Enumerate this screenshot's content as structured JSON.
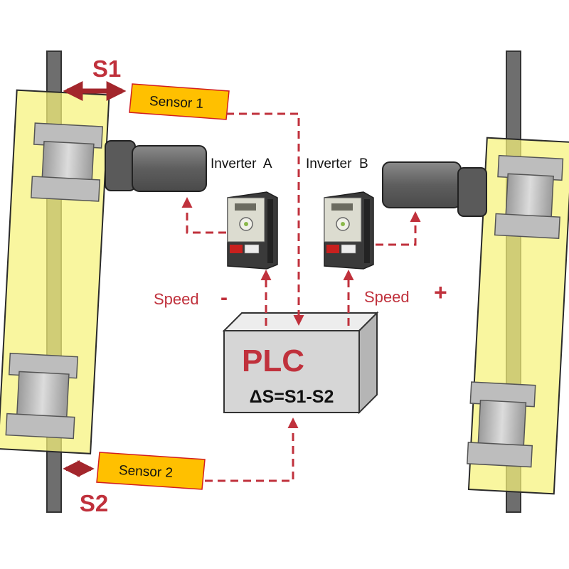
{
  "labels": {
    "s1": "S1",
    "s2": "S2",
    "sensor1": "Sensor 1",
    "sensor2": "Sensor 2",
    "inverter_a": "Inverter  A",
    "inverter_b": "Inverter  B",
    "speed_left": "Speed",
    "speed_left_sign": "-",
    "speed_right": "Speed",
    "speed_right_sign": "+",
    "plc": "PLC",
    "plc_formula": "ΔS=S1-S2"
  },
  "colors": {
    "accent_red": "#c0313c",
    "arrow_dark_red": "#a3262c",
    "carriage_yellow": "#f6f27a",
    "sensor_orange": "#ffc000",
    "sensor_border": "#d21f1f",
    "motor_gray": "#6b6b6b",
    "rail_gray": "#6e6e6e",
    "plc_gray": "#d6d6d6"
  },
  "icons": {
    "inverter_a": "inverter-drive-icon",
    "inverter_b": "inverter-drive-icon"
  }
}
